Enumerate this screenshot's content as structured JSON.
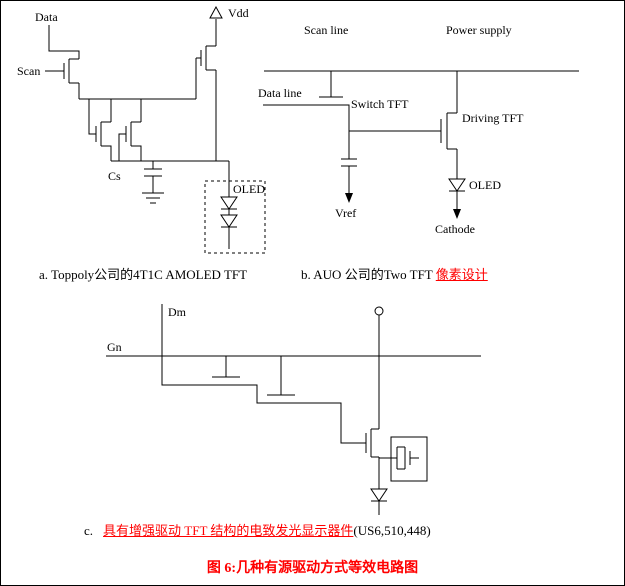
{
  "colors": {
    "accent_red": "#FF0000",
    "line": "#000000",
    "background": "#FFFFFF"
  },
  "circuit_a": {
    "labels": {
      "data": "Data",
      "scan": "Scan",
      "vdd": "Vdd",
      "cs": "Cs",
      "oled": "OLED"
    },
    "caption": "a. Toppoly公司的4T1C AMOLED TFT"
  },
  "circuit_b": {
    "labels": {
      "scan_line": "Scan line",
      "power_supply": "Power supply",
      "data_line": "Data line",
      "switch_tft": "Switch TFT",
      "driving_tft": "Driving TFT",
      "oled": "OLED",
      "vref": "Vref",
      "cathode": "Cathode"
    },
    "caption": {
      "black_text": "b. AUO 公司的Two TFT ",
      "red_text": "像素设计"
    }
  },
  "circuit_c": {
    "labels": {
      "dm": "Dm",
      "gn": "Gn"
    },
    "caption": {
      "prefix": "c.",
      "red_text": "具有增强驱动 TFT 结构的电致发光显示器件",
      "suffix": "(US6,510,448)"
    }
  },
  "figure_title": "图 6:几种有源驱动方式等效电路图"
}
